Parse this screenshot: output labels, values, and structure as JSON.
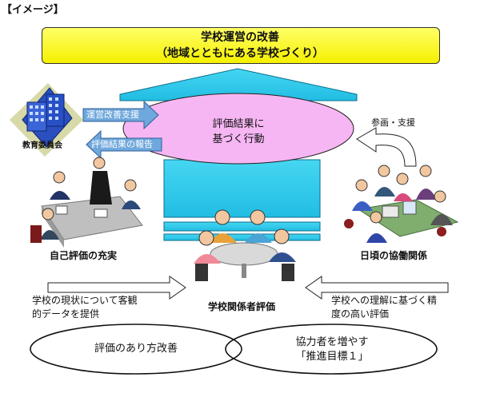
{
  "header": {
    "bracket_label": "【イメージ】"
  },
  "banner": {
    "line1": "学校運営の改善",
    "line2": "（地域とともにある学校づくり）"
  },
  "center": {
    "line1": "評価結果に",
    "line2": "基づく行動"
  },
  "board": {
    "label": "教育委員会",
    "arrow_support": "運営改善支援",
    "arrow_report": "評価結果の報告"
  },
  "community": {
    "participation": "参画・支援"
  },
  "self_eval": {
    "title": "自己評価の充実",
    "line1": "学校の現状について客観",
    "line2": "的データを提供"
  },
  "collab": {
    "title": "日頃の協働関係",
    "line1": "学校への理解に基づく精",
    "line2": "度の高い評価"
  },
  "stakeholder": {
    "title": "学校関係者評価"
  },
  "ellipses": {
    "left": "評価のあり方改善",
    "right_line1": "協力者を増やす",
    "right_line2": "「推進目標１」"
  },
  "colors": {
    "banner_fill": "#ffff66",
    "ellipse_fill": "#f6b6f3",
    "house_fill": "#33ccee",
    "arrow_fill": "#6fa8dc"
  },
  "icons": [
    "school-building-icon",
    "meeting-people-icon",
    "community-people-icon",
    "round-table-people-icon"
  ]
}
